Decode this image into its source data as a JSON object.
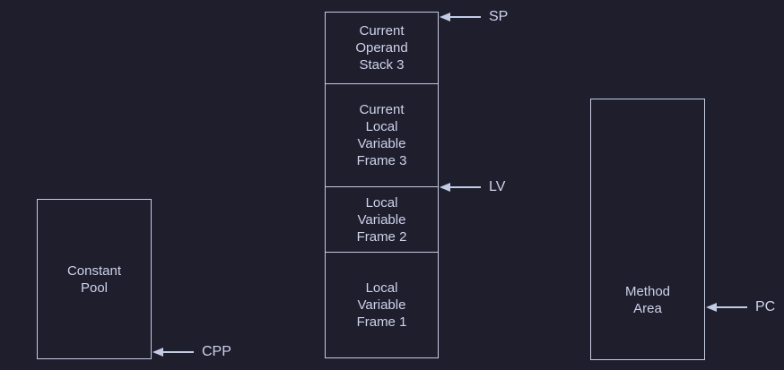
{
  "colors": {
    "background": "#1f1e2c",
    "line": "#c3cce6",
    "text": "#ccd3ec"
  },
  "diagram": {
    "constant_pool": {
      "label": "Constant\nPool"
    },
    "stack_segments": [
      {
        "label": "Current\nOperand\nStack 3"
      },
      {
        "label": "Current\nLocal\nVariable\nFrame 3"
      },
      {
        "label": "Local\nVariable\nFrame 2"
      },
      {
        "label": "Local\nVariable\nFrame 1"
      }
    ],
    "method_area": {
      "label": "Method\nArea"
    },
    "pointers": [
      {
        "id": "sp",
        "label": "SP",
        "points_to": "top of current operand stack"
      },
      {
        "id": "lv",
        "label": "LV",
        "points_to": "base of current local variable frame"
      },
      {
        "id": "cpp",
        "label": "CPP",
        "points_to": "constant pool"
      },
      {
        "id": "pc",
        "label": "PC",
        "points_to": "method area"
      }
    ]
  }
}
